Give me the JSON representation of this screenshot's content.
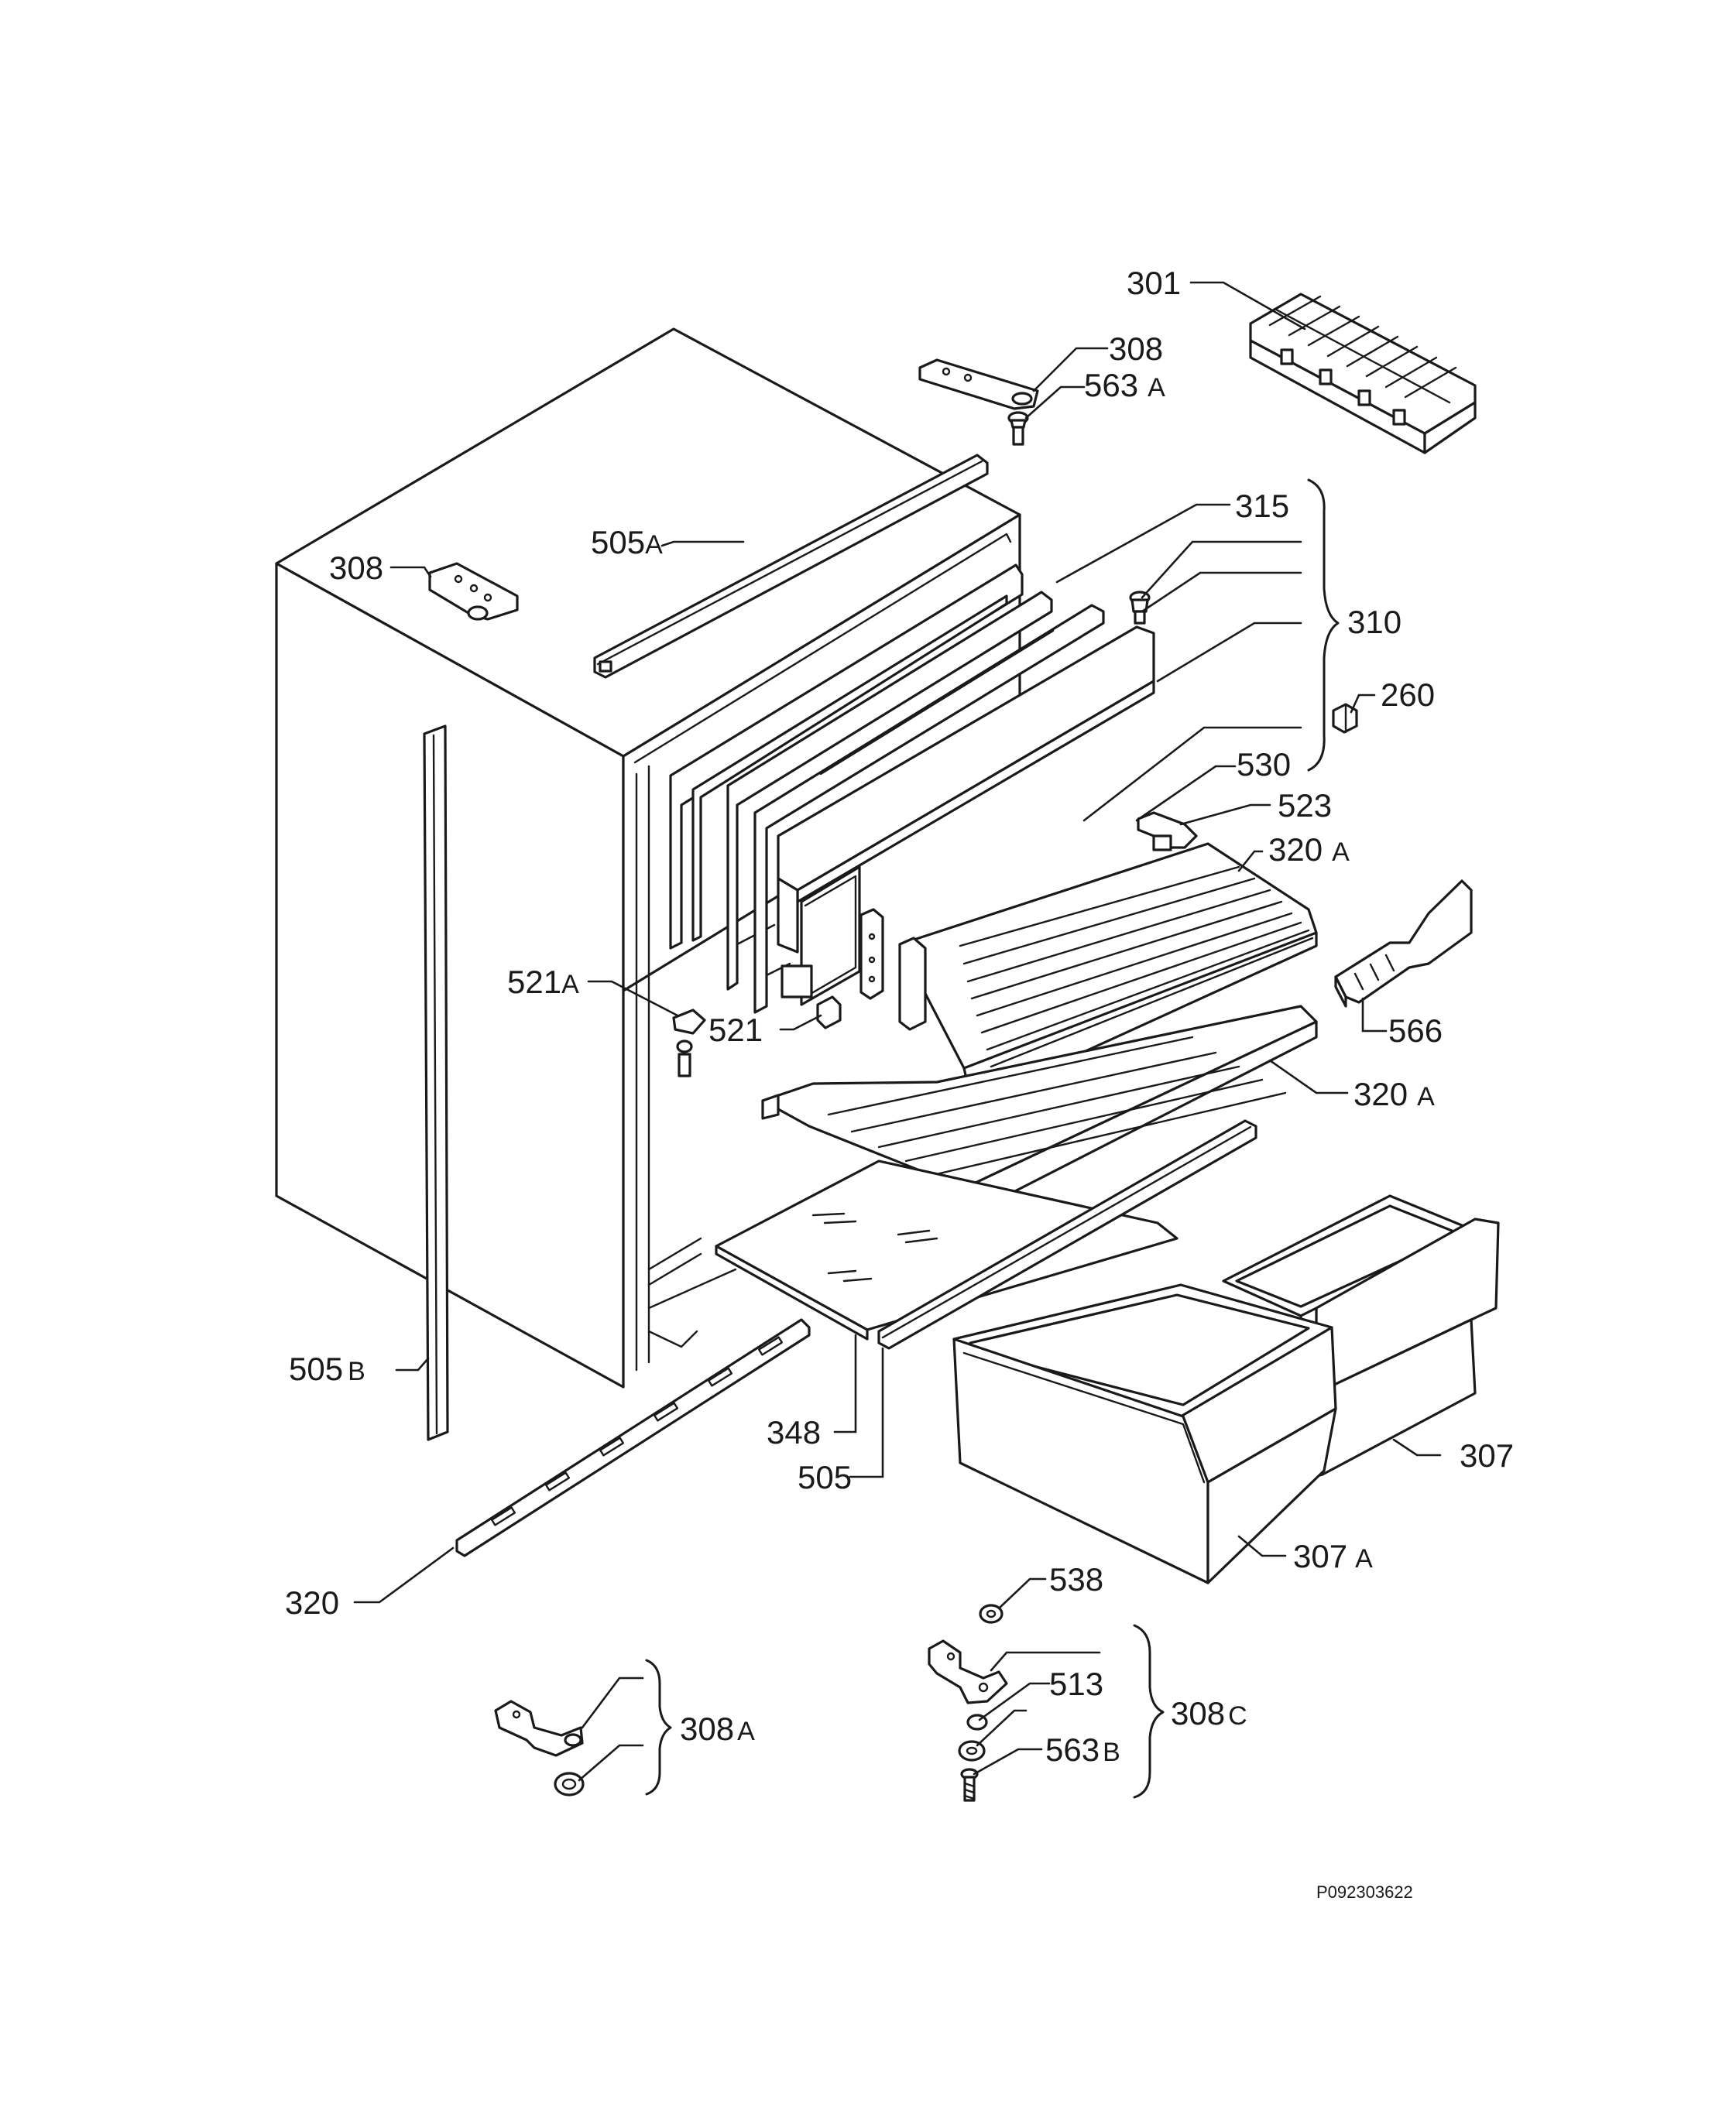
{
  "diagram": {
    "labels": {
      "p301": "301",
      "p308_top": "308",
      "p563a_num": "563",
      "p563a_sfx": "A",
      "p315": "315",
      "p310": "310",
      "p505a_num": "505",
      "p505a_sfx": "A",
      "p308_left": "308",
      "p260": "260",
      "p530": "530",
      "p523": "523",
      "p320a_top_num": "320",
      "p320a_top_sfx": "A",
      "p521a_num": "521",
      "p521a_sfx": "A",
      "p521": "521",
      "p566": "566",
      "p320a_mid_num": "320",
      "p320a_mid_sfx": "A",
      "p505b_num": "505",
      "p505b_sfx": "B",
      "p348": "348",
      "p505": "505",
      "p307": "307",
      "p307a_num": "307",
      "p307a_sfx": "A",
      "p320": "320",
      "p538": "538",
      "p513": "513",
      "p308c_num": "308",
      "p308c_sfx": "C",
      "p563b_num": "563",
      "p563b_sfx": "B",
      "p308a_num": "308",
      "p308a_sfx": "A"
    },
    "reference_code": "P092303622"
  }
}
